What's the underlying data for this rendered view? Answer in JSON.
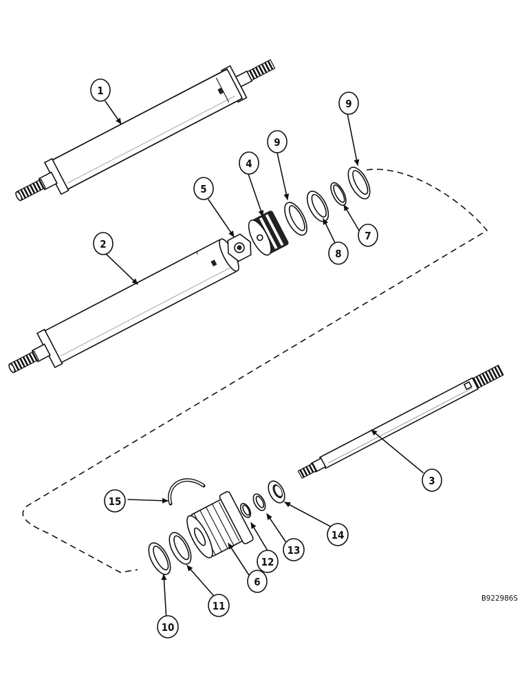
{
  "drawing_code": "B922986S",
  "callouts": {
    "c1": "1",
    "c2": "2",
    "c3": "3",
    "c4": "4",
    "c5": "5",
    "c6": "6",
    "c7": "7",
    "c8": "8",
    "c9a": "9",
    "c9b": "9",
    "c10": "10",
    "c11": "11",
    "c12": "12",
    "c13": "13",
    "c14": "14",
    "c15": "15"
  }
}
